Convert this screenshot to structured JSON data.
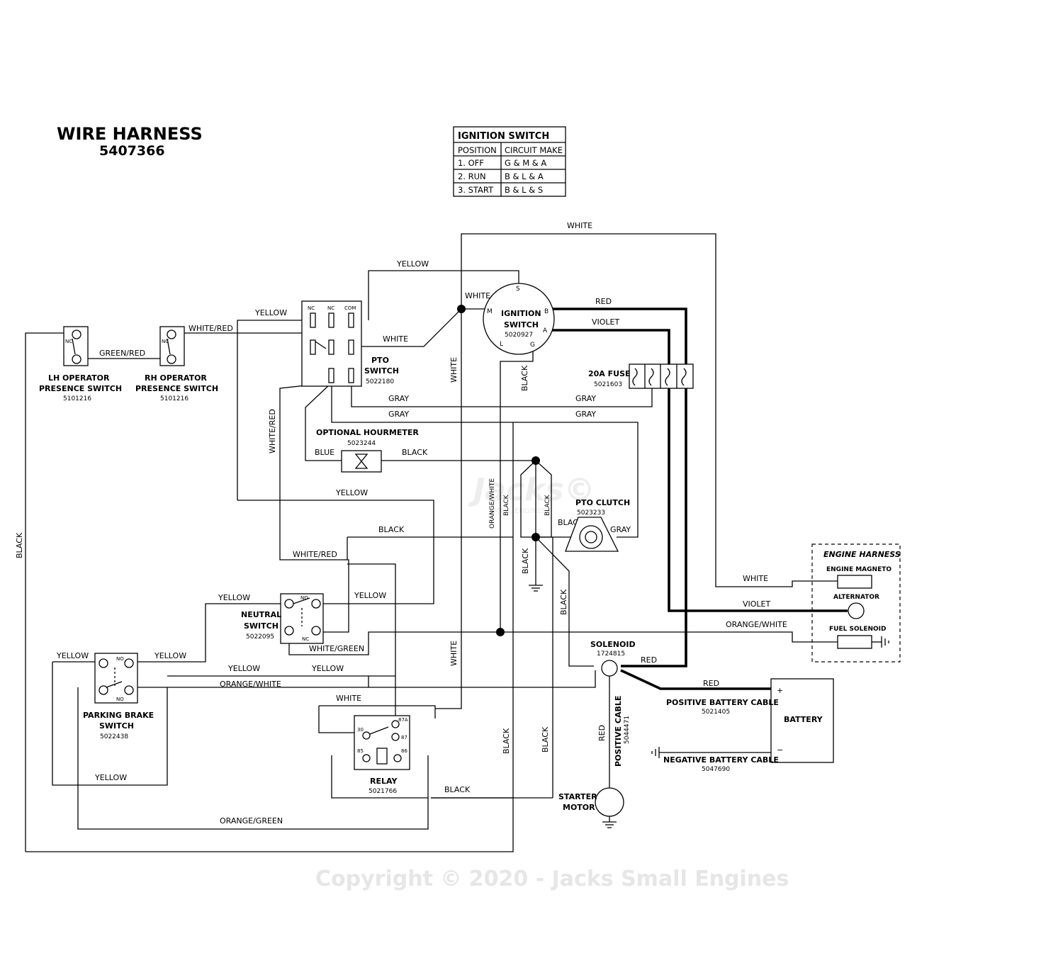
{
  "title": "WIRE HARNESS",
  "part_number": "5407366",
  "ignition_table": {
    "title": "IGNITION SWITCH",
    "col_position": "POSITION",
    "col_circuit": "CIRCUIT MAKE",
    "rows": [
      {
        "position": "1. OFF",
        "circuit": "G & M & A"
      },
      {
        "position": "2. RUN",
        "circuit": "B & L & A"
      },
      {
        "position": "3. START",
        "circuit": "B & L & S"
      }
    ]
  },
  "components": {
    "ignition_switch": {
      "name1": "IGNITION",
      "name2": "SWITCH",
      "part": "5020927",
      "t_s": "S",
      "t_m": "M",
      "t_b": "B",
      "t_a": "A",
      "t_l": "L",
      "t_g": "G"
    },
    "pto_switch": {
      "name1": "PTO",
      "name2": "SWITCH",
      "part": "5022180",
      "nc1": "NC",
      "nc2": "NC",
      "com": "COM"
    },
    "lh_switch": {
      "name1": "LH OPERATOR",
      "name2": "PRESENCE SWITCH",
      "part": "5101216",
      "nc": "NC"
    },
    "rh_switch": {
      "name1": "RH OPERATOR",
      "name2": "PRESENCE SWITCH",
      "part": "5101216",
      "nc": "NC"
    },
    "fuse": {
      "name": "20A FUSE",
      "part": "5021603"
    },
    "hourmeter": {
      "name": "OPTIONAL HOURMETER",
      "part": "5023244"
    },
    "pto_clutch": {
      "name": "PTO CLUTCH",
      "part": "5023233"
    },
    "neutral_switch": {
      "name1": "NEUTRAL",
      "name2": "SWITCH",
      "part": "5022095",
      "no": "NO",
      "nc": "NC"
    },
    "parking_brake": {
      "name1": "PARKING BRAKE",
      "name2": "SWITCH",
      "part": "5022438",
      "no1": "NO",
      "no2": "NO"
    },
    "relay": {
      "name": "RELAY",
      "part": "5021766",
      "p30": "30",
      "p87a": "87A",
      "p87": "87",
      "p85": "85",
      "p86": "86"
    },
    "solenoid": {
      "name": "SOLENOID",
      "part": "1724815"
    },
    "battery": {
      "name": "BATTERY",
      "plus": "+",
      "minus": "−"
    },
    "starter": {
      "name1": "STARTER",
      "name2": "MOTOR"
    },
    "positive_cable": {
      "name": "POSITIVE BATTERY CABLE",
      "part": "5021405"
    },
    "negative_cable": {
      "name": "NEGATIVE BATTERY CABLE",
      "part": "5047690"
    },
    "starter_cable": {
      "name": "POSITIVE CABLE",
      "part": "5044471"
    },
    "engine_harness": {
      "title": "ENGINE HARNESS",
      "magneto": "ENGINE MAGNETO",
      "alternator": "ALTERNATOR",
      "fuel_solenoid": "FUEL SOLENOID"
    }
  },
  "wire_labels": {
    "white_top": "WHITE",
    "yellow_top": "YELLOW",
    "white_m": "WHITE",
    "yellow_pto": "YELLOW",
    "white_red_top": "WHITE/RED",
    "white_pto": "WHITE",
    "green_red": "GREEN/RED",
    "red_b": "RED",
    "violet_a": "VIOLET",
    "white_vert": "WHITE",
    "black_vert_g": "BLACK",
    "gray1": "GRAY",
    "gray2": "GRAY",
    "gray3": "GRAY",
    "gray4": "GRAY",
    "white_red_vert": "WHITE/RED",
    "blue": "BLUE",
    "black_hm": "BLACK",
    "yellow_mid": "YELLOW",
    "orange_white_vert": "ORANGE/WHITE",
    "black_v1": "BLACK",
    "black_v2": "BLACK",
    "black_clutch": "BLACK",
    "gray_clutch": "GRAY",
    "black_h": "BLACK",
    "white_red_mid": "WHITE/RED",
    "black_gnd": "BLACK",
    "black_diag": "BLACK",
    "black_left": "BLACK",
    "white_engine": "WHITE",
    "violet_engine": "VIOLET",
    "orange_white_engine": "ORANGE/WHITE",
    "yellow_ns": "YELLOW",
    "yellow_ns2": "YELLOW",
    "white_green": "WHITE/GREEN",
    "yellow_pb_left": "YELLOW",
    "yellow_pb_right": "YELLOW",
    "yellow_h1": "YELLOW",
    "yellow_h2": "YELLOW",
    "orange_white_h": "ORANGE/WHITE",
    "white_v2": "WHITE",
    "red_sol": "RED",
    "white_relay": "WHITE",
    "red_batt": "RED",
    "black_v3": "BLACK",
    "black_v4": "BLACK",
    "red_starter": "RED",
    "black_relay": "BLACK",
    "yellow_bottom": "YELLOW",
    "orange_green": "ORANGE/GREEN"
  },
  "watermark": {
    "copyright": "Copyright © 2020 - Jacks Small Engines",
    "logo": "Jacks©",
    "logo_sub": "SMALL ENGINES"
  }
}
